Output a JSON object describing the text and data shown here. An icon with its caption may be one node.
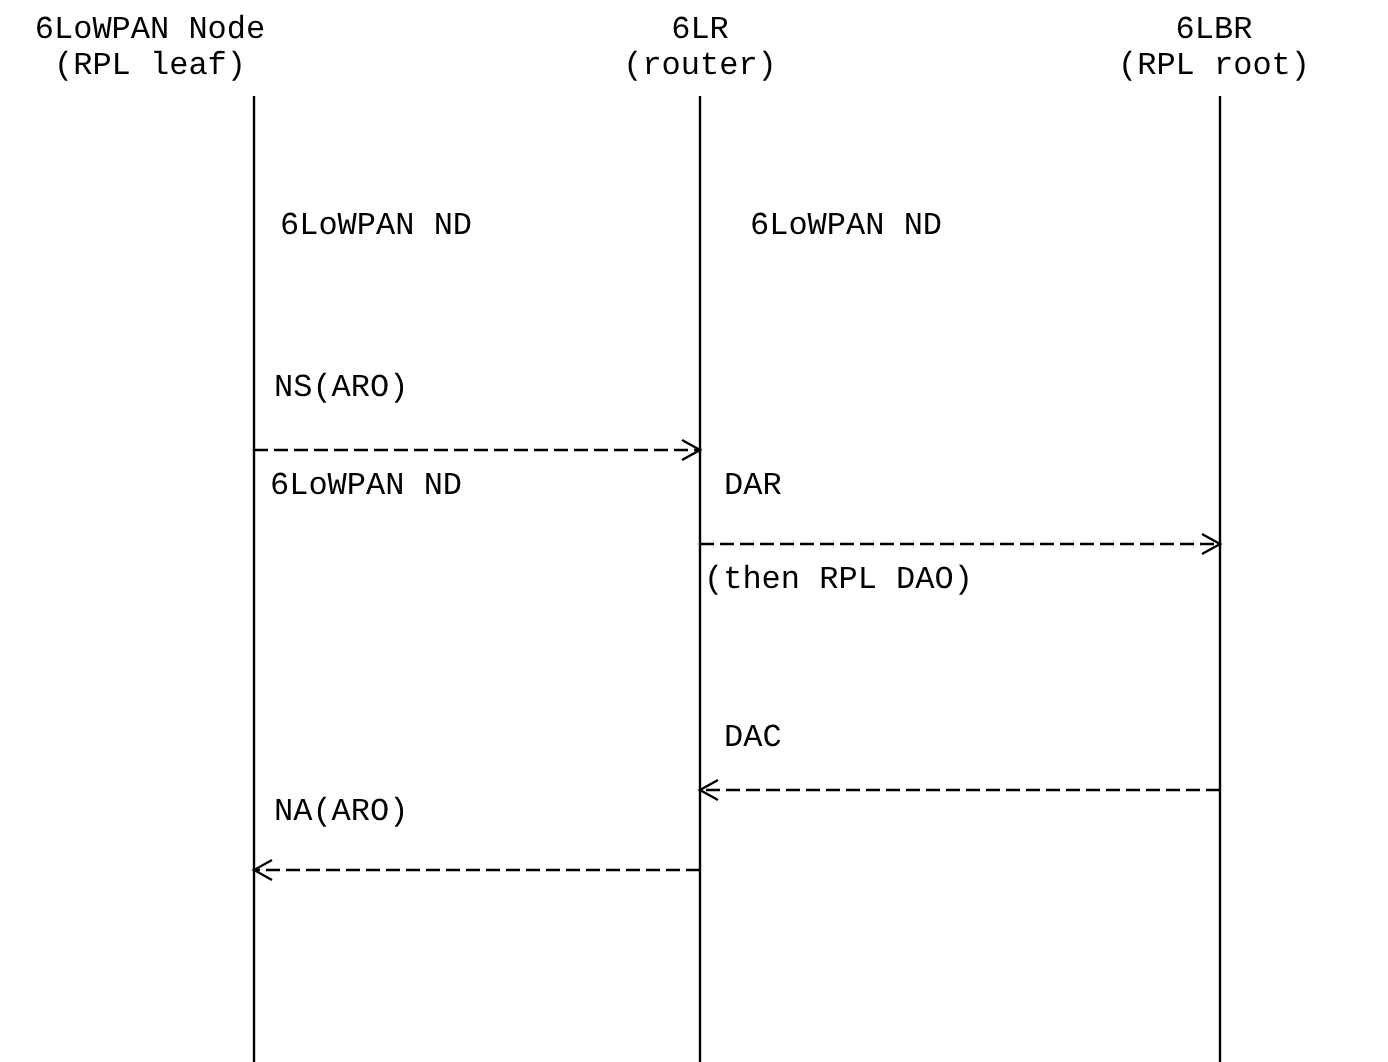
{
  "diagram": {
    "nodes": [
      {
        "text": [
          "6LoWPAN Node",
          "(RPL leaf)"
        ]
      },
      {
        "text": [
          "6LR",
          "(router)"
        ]
      },
      {
        "text": [
          "6LBR",
          "(RPL root)"
        ]
      }
    ],
    "edges": [
      {
        "from": 0,
        "to": 1,
        "arrow": "to",
        "label": "NS(ARO)"
      },
      {
        "from": 1,
        "to": 2,
        "arrow": "to",
        "label": "DAR"
      },
      {
        "from": 2,
        "to": 1,
        "arrow": "to",
        "label": "DAC"
      },
      {
        "from": 1,
        "to": 0,
        "arrow": "to",
        "label": "NA(ARO)"
      }
    ],
    "labels": [
      "6LoWPAN ND",
      "6LoWPAN ND",
      "6LoWPAN ND",
      "(then RPL DAO)"
    ]
  }
}
